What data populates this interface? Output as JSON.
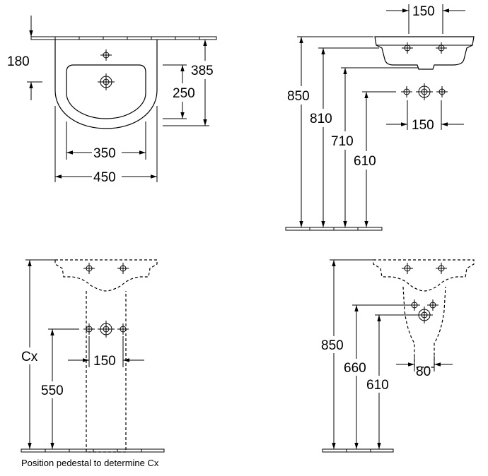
{
  "views": {
    "top": {
      "dim_180": "180",
      "dim_385": "385",
      "dim_250": "250",
      "dim_350": "350",
      "dim_450": "450"
    },
    "side": {
      "dim_150_top": "150",
      "dim_850": "850",
      "dim_810": "810",
      "dim_710": "710",
      "dim_610": "610",
      "dim_150_bottom": "150"
    },
    "pedestal": {
      "dim_cx": "Cx",
      "dim_550": "550",
      "dim_150": "150",
      "caption": "Position pedestal to determine Cx"
    },
    "semi_pedestal": {
      "dim_850": "850",
      "dim_660": "660",
      "dim_610": "610",
      "dim_80": "80"
    }
  }
}
